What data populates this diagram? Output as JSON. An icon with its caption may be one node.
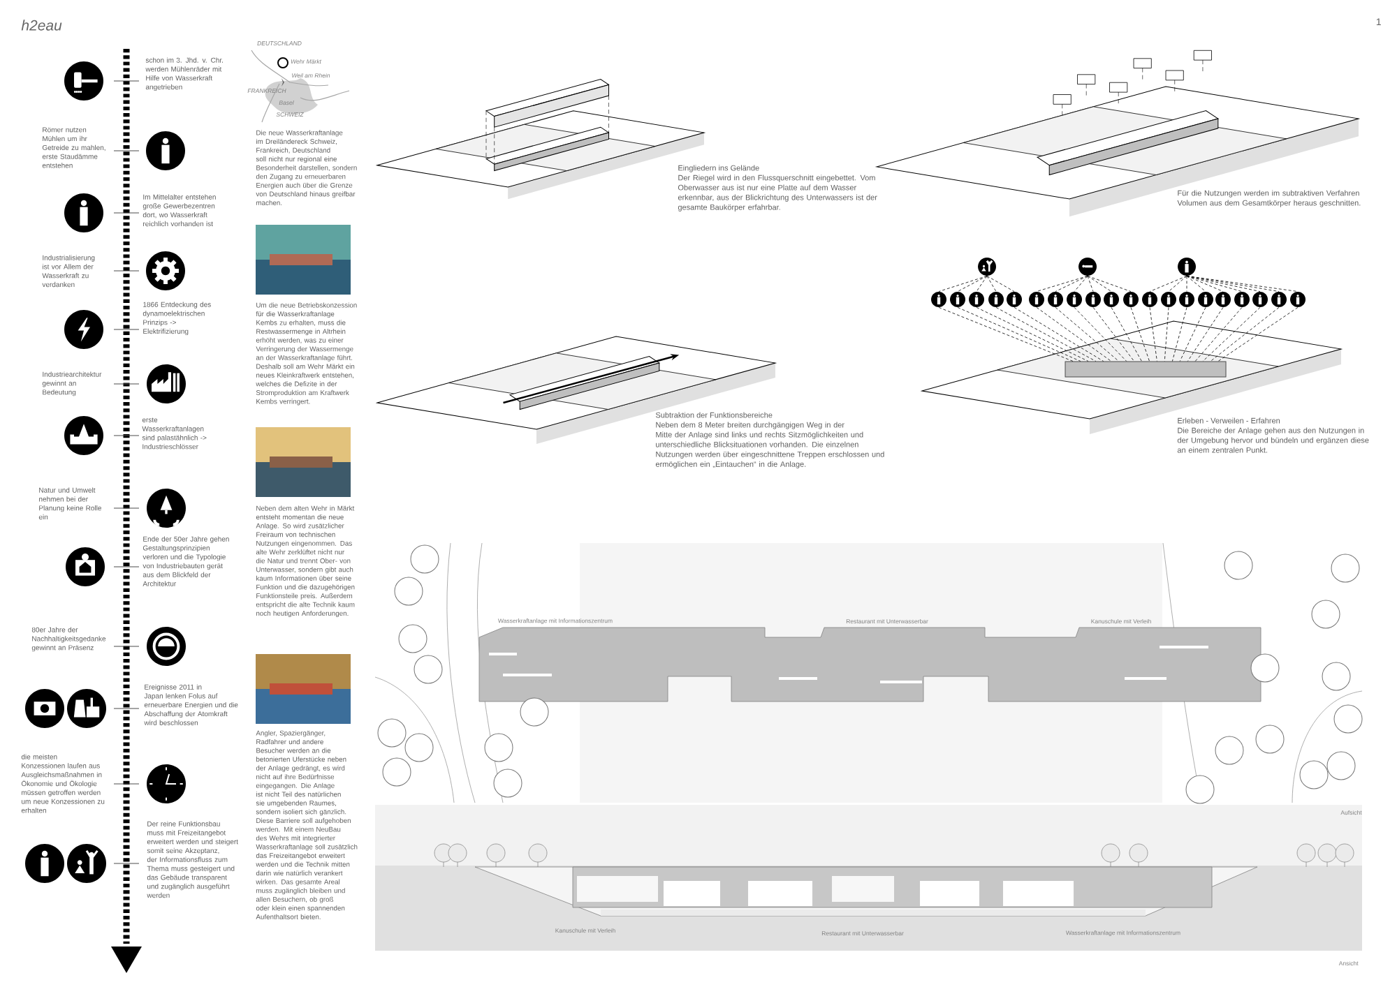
{
  "diagram": {
    "title": "h2eau",
    "nodes": [
      {
        "text": [],
        "shape": "circle"
      },
      {
        "text": [],
        "shape": "circle"
      },
      {
        "text": [],
        "shape": "circle"
      },
      {
        "text": [],
        "shape": "circle"
      },
      {
        "text": [],
        "shape": "circle"
      },
      {
        "text": [],
        "shape": "circle"
      },
      {
        "text": [],
        "shape": "circle"
      },
      {
        "text": [],
        "shape": "circle"
      },
      {
        "text": [],
        "shape": "circle"
      },
      {
        "text": [],
        "shape": "circle"
      },
      {
        "text": [],
        "shape": "circle"
      },
      {
        "text": [],
        "shape": "circle"
      },
      {
        "text": [],
        "shape": "circle"
      },
      {
        "text": [],
        "shape": "circle"
      },
      {
        "text": [],
        "shape": "circle"
      },
      {
        "text": [],
        "shape": "circle"
      },
      {
        "text": [],
        "shape": "circle"
      },
      {
        "text": [],
        "shape": "circle"
      },
      {
        "text": [],
        "shape": "circle"
      },
      {
        "text": [],
        "shape": "circle"
      },
      {
        "text": [],
        "shape": "circle"
      },
      {
        "text": [],
        "shape": "circle"
      },
      {
        "text": [],
        "shape": "circle"
      },
      {
        "text": [],
        "shape": "box"
      }
    ],
    "edges": [
      {
        "from": 0,
        "to": 3,
        "arrow": "none",
        "style": "dashed"
      },
      {
        "from": 0,
        "to": 4,
        "arrow": "none",
        "style": "dashed"
      },
      {
        "from": 0,
        "to": 5,
        "arrow": "none",
        "style": "dashed"
      },
      {
        "from": 0,
        "to": 6,
        "arrow": "none",
        "style": "dashed"
      },
      {
        "from": 0,
        "to": 7,
        "arrow": "none",
        "style": "dashed"
      },
      {
        "from": 1,
        "to": 8,
        "arrow": "none",
        "style": "dashed"
      },
      {
        "from": 1,
        "to": 9,
        "arrow": "none",
        "style": "dashed"
      },
      {
        "from": 1,
        "to": 10,
        "arrow": "none",
        "style": "dashed"
      },
      {
        "from": 1,
        "to": 11,
        "arrow": "none",
        "style": "dashed"
      },
      {
        "from": 1,
        "to": 12,
        "arrow": "none",
        "style": "dashed"
      },
      {
        "from": 1,
        "to": 13,
        "arrow": "none",
        "style": "dashed"
      },
      {
        "from": 2,
        "to": 14,
        "arrow": "none",
        "style": "dashed"
      },
      {
        "from": 2,
        "to": 15,
        "arrow": "none",
        "style": "dashed"
      },
      {
        "from": 2,
        "to": 16,
        "arrow": "none",
        "style": "dashed"
      },
      {
        "from": 2,
        "to": 17,
        "arrow": "none",
        "style": "dashed"
      },
      {
        "from": 2,
        "to": 18,
        "arrow": "none",
        "style": "dashed"
      },
      {
        "from": 2,
        "to": 19,
        "arrow": "none",
        "style": "dashed"
      },
      {
        "from": 2,
        "to": 20,
        "arrow": "none",
        "style": "dashed"
      },
      {
        "from": 2,
        "to": 21,
        "arrow": "none",
        "style": "dashed"
      },
      {
        "from": 2,
        "to": 22,
        "arrow": "none",
        "style": "dashed"
      },
      {
        "from": 3,
        "to": 23,
        "arrow": "none",
        "style": "dashed"
      },
      {
        "from": 4,
        "to": 23,
        "arrow": "none",
        "style": "dashed"
      },
      {
        "from": 5,
        "to": 23,
        "arrow": "none",
        "style": "dashed"
      },
      {
        "from": 6,
        "to": 23,
        "arrow": "none",
        "style": "dashed"
      },
      {
        "from": 7,
        "to": 23,
        "arrow": "none",
        "style": "dashed"
      },
      {
        "from": 8,
        "to": 23,
        "arrow": "none",
        "style": "dashed"
      },
      {
        "from": 9,
        "to": 23,
        "arrow": "none",
        "style": "dashed"
      },
      {
        "from": 10,
        "to": 23,
        "arrow": "none",
        "style": "dashed"
      },
      {
        "from": 11,
        "to": 23,
        "arrow": "none",
        "style": "dashed"
      },
      {
        "from": 12,
        "to": 23,
        "arrow": "none",
        "style": "dashed"
      },
      {
        "from": 13,
        "to": 23,
        "arrow": "none",
        "style": "dashed"
      },
      {
        "from": 14,
        "to": 23,
        "arrow": "none",
        "style": "dashed"
      },
      {
        "from": 15,
        "to": 23,
        "arrow": "none",
        "style": "dashed"
      },
      {
        "from": 16,
        "to": 23,
        "arrow": "none",
        "style": "dashed"
      },
      {
        "from": 17,
        "to": 23,
        "arrow": "none",
        "style": "dashed"
      },
      {
        "from": 18,
        "to": 23,
        "arrow": "none",
        "style": "dashed"
      },
      {
        "from": 19,
        "to": 23,
        "arrow": "none",
        "style": "dashed"
      },
      {
        "from": 20,
        "to": 23,
        "arrow": "none",
        "style": "dashed"
      },
      {
        "from": 21,
        "to": 23,
        "arrow": "none",
        "style": "dashed"
      },
      {
        "from": 22,
        "to": 23,
        "arrow": "none",
        "style": "dashed"
      }
    ],
    "labels": [
      "1",
      "schon im 3. Jhd. v. Chr. werden Mühlenräder mit Hilfe von Wasserkraft angetrieben",
      "Römer nutzen Mühlen um ihr Getreide zu mahlen, erste Staudämme entstehen",
      "Im Mittelalter entstehen große Gewerbezentren dort, wo Wasserkraft reichlich vorhanden ist",
      "Industrialisierung ist vor Allem der Wasserkraft zu verdanken",
      "1866 Entdeckung des dynamoelektrischen Prinzips -> Elektrifizierung",
      "Industriearchitektur gewinnt an Bedeutung",
      "erste Wasserkraftanlagen sind palastähnlich -> Industrieschlösser",
      "Natur und Umwelt nehmen bei der Planung keine Rolle ein",
      "Ende der 50er Jahre gehen Gestaltungsprinzipien verloren und die Typologie von Industriebauten gerät aus dem Blickfeld der Architektur",
      "80er Jahre der Nachhaltigkeitsgedanke gewinnt an Präsenz",
      "Ereignisse 2011 in Japan lenken Folus auf erneuerbare Energien und die Abschaffung der Atomkraft wird beschlossen",
      "die meisten Konzessionen laufen aus Ausgleichsmaßnahmen in Ökonomie und Ökologie müssen getroffen werden um neue Konzessionen zu erhalten",
      "Der reine Funktionsbau muss mit Freizeitangebot erweitert werden und steigert somit seine Akzeptanz, der Informationsfluss zum Thema muss gesteigert und das Gebäude transparent und zugänglich ausgeführt werden",
      "DEUTSCHLAND",
      "Wehr Märkt",
      "Weil am Rhein",
      "FRANKREICH",
      "Basel",
      "SCHWEIZ",
      "Die neue Wasserkraftanlage im Dreiländereck Schweiz, Frankreich, Deutschland soll nicht nur regional eine Besonderheit darstellen, sondern den Zugang zu erneuerbaren Energien auch über die Grenze von Deutschland hinaus greifbar machen.",
      "Um die neue Betriebskonzession für die Wasserkraftanlage Kembs zu erhalten, muss die Restwassermenge in Altrhein erhöht werden, was zu einer Verringerung der Wassermenge an der Wasserkraftanlage führt. Deshalb soll am Wehr Märkt ein neues Kleinkraftwerk entstehen, welches die Defizite in der Stromproduktion am Kraftwerk Kembs verringert.",
      "Neben dem alten Wehr in Märkt entsteht momentan die neue Anlage. So wird zusätzlicher Freiraum von technischen Nutzungen eingenommen. Das alte Wehr zerklüftet nicht nur die Natur und trennt Ober- von Unterwasser, sondern gibt auch kaum Informationen über seine Funktion und die dazugehörigen Funktionsteile preis. Außerdem entspricht die alte Technik kaum noch heutigen Anforderungen.",
      "Angler, Spaziergänger, Radfahrer und andere Besucher werden an die betonierten Uferstücke neben der Anlage gedrängt, es wird nicht auf ihre Bedürfnisse eingegangen. Die Anlage ist nicht Teil des natürlichen sie umgebenden Raumes, sondern isoliert sich gänzlich. Diese Barriere soll aufgehoben werden. Mit einem NeuBau des Wehrs mit integrierter Wasserkraftanlage soll zusätzlich das Freizeitangebot erweitert werden und die Technik mitten darin wie natürlich verankert wirken. Das gesamte Areal muss zugänglich bleiben und allen Besuchern, ob groß oder klein einen spannenden Aufenthaltsort bieten.",
      "Eingliedern ins Gelände",
      "Der Riegel wird in den Flussquerschnitt eingebettet. Vom Oberwasser aus ist nur eine Platte auf dem Wasser erkennbar, aus der Blickrichtung des Unterwassers ist der gesamte Baukörper erfahrbar.",
      "Für die Nutzungen werden im subtraktiven Verfahren Volumen aus dem Gesamtkörper heraus geschnitten.",
      "Subtraktion der Funktionsbereiche",
      "Neben dem 8 Meter breiten durchgängigen Weg in der Mitte der Anlage sind links und rechts Sitzmöglichkeiten und unterschiedliche Blicksituationen vorhanden. Die einzelnen Nutzungen werden über eingeschnittene Treppen erschlossen und ermöglichen ein „Eintauchen“ in die Anlage.",
      "Erleben - Verweilen - Erfahren",
      "Die Bereiche der Anlage gehen aus den Nutzungen in der Umgebung hervor und bündeln und ergänzen diese an einem zentralen Punkt.",
      "Wasserkraftanlage mit Informationszentrum",
      "Restaurant mit Unterwasserbar",
      "Kanuschule mit Verleih",
      "Aufsicht",
      "Kanuschule mit Verleih",
      "Restaurant mit Unterwasserbar",
      "Wasserkraftanlage mit Informationszentrum",
      "Ansicht"
    ]
  }
}
